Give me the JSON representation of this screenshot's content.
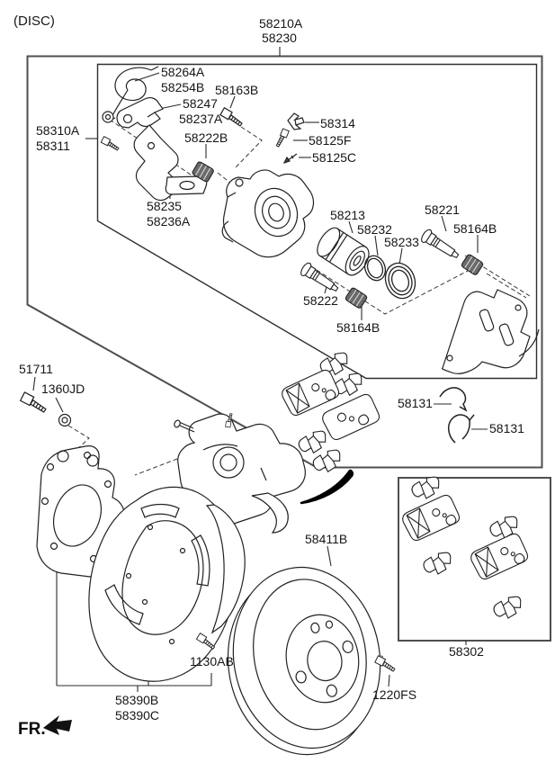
{
  "colors": {
    "line": "#222222",
    "box_border": "#4f4f4f",
    "background": "#ffffff",
    "arrow_fill": "#000000"
  },
  "header": {
    "variant": "(DISC)"
  },
  "footer": {
    "front_marker": "FR."
  },
  "part_labels": {
    "caliper_kit_line1": "58210A",
    "caliper_kit_line2": "58230",
    "carrier_line1": "58310A",
    "carrier_line2": "58311",
    "spring_line1": "58264A",
    "spring_line2": "58254B",
    "lever_bolt": "58163B",
    "lever_line1": "58247",
    "lever_line2": "58237A",
    "rod_bushing": "58222B",
    "bracket_line1": "58235",
    "bracket_line2": "58236A",
    "clip": "58314",
    "bleeder_screw": "58125F",
    "bleeder_cap": "58125C",
    "piston": "58213",
    "piston_ring": "58232",
    "piston_boot": "58233",
    "guide_pin_upper": "58221",
    "pin_bushing_upper": "58164B",
    "guide_pin_lower": "58222",
    "pin_bushing_lower": "58164B",
    "anchor_bolt": "51711",
    "anchor_washer": "1360JD",
    "pad_spring_left": "58131",
    "pad_spring_right": "58131",
    "rotor": "58411B",
    "shield_bolt": "1130AB",
    "shield_line1": "58390B",
    "shield_line2": "58390C",
    "rotor_screw": "1220FS",
    "pad_kit": "58302"
  }
}
